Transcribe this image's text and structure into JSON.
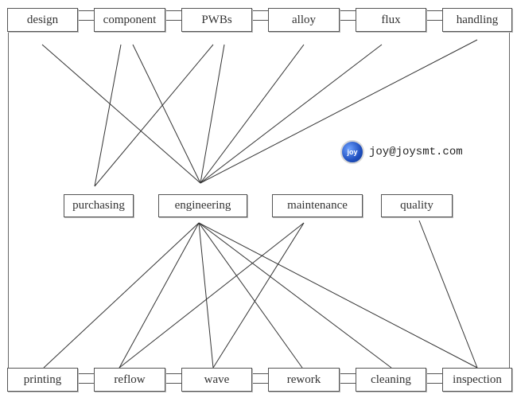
{
  "top_row": [
    "design",
    "component",
    "PWBs",
    "alloy",
    "flux",
    "handling"
  ],
  "middle_row": [
    "purchasing",
    "engineering",
    "maintenance",
    "quality"
  ],
  "bottom_row": [
    "printing",
    "reflow",
    "wave",
    "rework",
    "cleaning",
    "inspection"
  ],
  "links": [
    {
      "from": "design",
      "to": "engineering"
    },
    {
      "from": "component",
      "to": "purchasing"
    },
    {
      "from": "component",
      "to": "engineering"
    },
    {
      "from": "PWBs",
      "to": "purchasing"
    },
    {
      "from": "PWBs",
      "to": "engineering"
    },
    {
      "from": "alloy",
      "to": "engineering"
    },
    {
      "from": "flux",
      "to": "engineering"
    },
    {
      "from": "handling",
      "to": "engineering"
    },
    {
      "from": "engineering",
      "to": "printing"
    },
    {
      "from": "engineering",
      "to": "reflow"
    },
    {
      "from": "engineering",
      "to": "wave"
    },
    {
      "from": "engineering",
      "to": "rework"
    },
    {
      "from": "engineering",
      "to": "cleaning"
    },
    {
      "from": "engineering",
      "to": "inspection"
    },
    {
      "from": "maintenance",
      "to": "reflow"
    },
    {
      "from": "maintenance",
      "to": "wave"
    },
    {
      "from": "quality",
      "to": "inspection"
    }
  ],
  "watermark": {
    "logo_text": "joy",
    "email": "joy@joysmt.com",
    "logo_color": "#1f4fbf"
  },
  "line_color": "#333333"
}
